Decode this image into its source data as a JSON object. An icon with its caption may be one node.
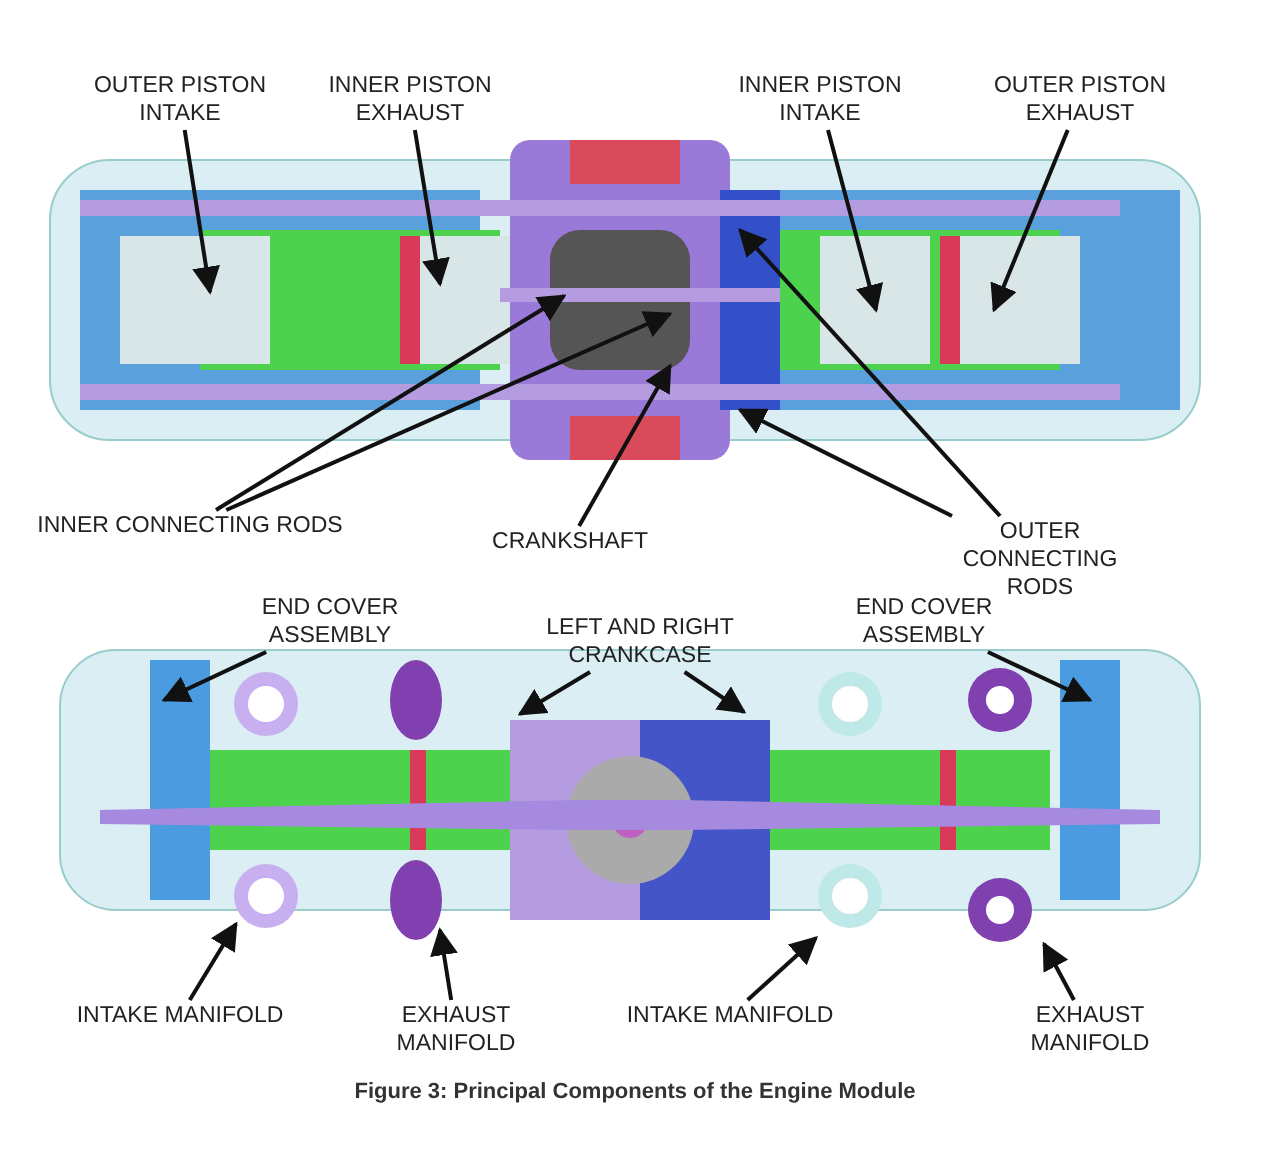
{
  "diagram": {
    "caption": "Figure 3: Principal Components of the Engine Module",
    "nodes": [
      {
        "text": [
          "OUTER PISTON INTAKE"
        ]
      },
      {
        "text": [
          "INNER PISTON EXHAUST"
        ]
      },
      {
        "text": [
          "INNER PISTON INTAKE"
        ]
      },
      {
        "text": [
          "OUTER PISTON EXHAUST"
        ]
      },
      {
        "text": [
          "INNER CONNECTING RODS"
        ]
      },
      {
        "text": [
          "CRANKSHAFT"
        ]
      },
      {
        "text": [
          "OUTER CONNECTING RODS"
        ]
      },
      {
        "text": [
          "END COVER ASSEMBLY"
        ]
      },
      {
        "text": [
          "LEFT AND RIGHT CRANKCASE"
        ]
      },
      {
        "text": [
          "END COVER ASSEMBLY"
        ]
      },
      {
        "text": [
          "INTAKE MANIFOLD"
        ]
      },
      {
        "text": [
          "EXHAUST MANIFOLD"
        ]
      },
      {
        "text": [
          "INTAKE MANIFOLD"
        ]
      },
      {
        "text": [
          "EXHAUST MANIFOLD"
        ]
      }
    ],
    "edges": [
      {
        "from": 0,
        "to": null,
        "arrow": "to"
      },
      {
        "from": 1,
        "to": null,
        "arrow": "to"
      },
      {
        "from": 2,
        "to": null,
        "arrow": "to"
      },
      {
        "from": 3,
        "to": null,
        "arrow": "to"
      },
      {
        "from": 4,
        "to": null,
        "arrow": "to"
      },
      {
        "from": 4,
        "to": null,
        "arrow": "to"
      },
      {
        "from": 5,
        "to": null,
        "arrow": "to"
      },
      {
        "from": 6,
        "to": null,
        "arrow": "to"
      },
      {
        "from": 6,
        "to": null,
        "arrow": "to"
      },
      {
        "from": 7,
        "to": null,
        "arrow": "to"
      },
      {
        "from": 8,
        "to": null,
        "arrow": "to"
      },
      {
        "from": 8,
        "to": null,
        "arrow": "to"
      },
      {
        "from": 9,
        "to": null,
        "arrow": "to"
      },
      {
        "from": 10,
        "to": null,
        "arrow": "to"
      },
      {
        "from": 11,
        "to": null,
        "arrow": "to"
      },
      {
        "from": 12,
        "to": null,
        "arrow": "to"
      },
      {
        "from": 13,
        "to": null,
        "arrow": "to"
      }
    ]
  }
}
